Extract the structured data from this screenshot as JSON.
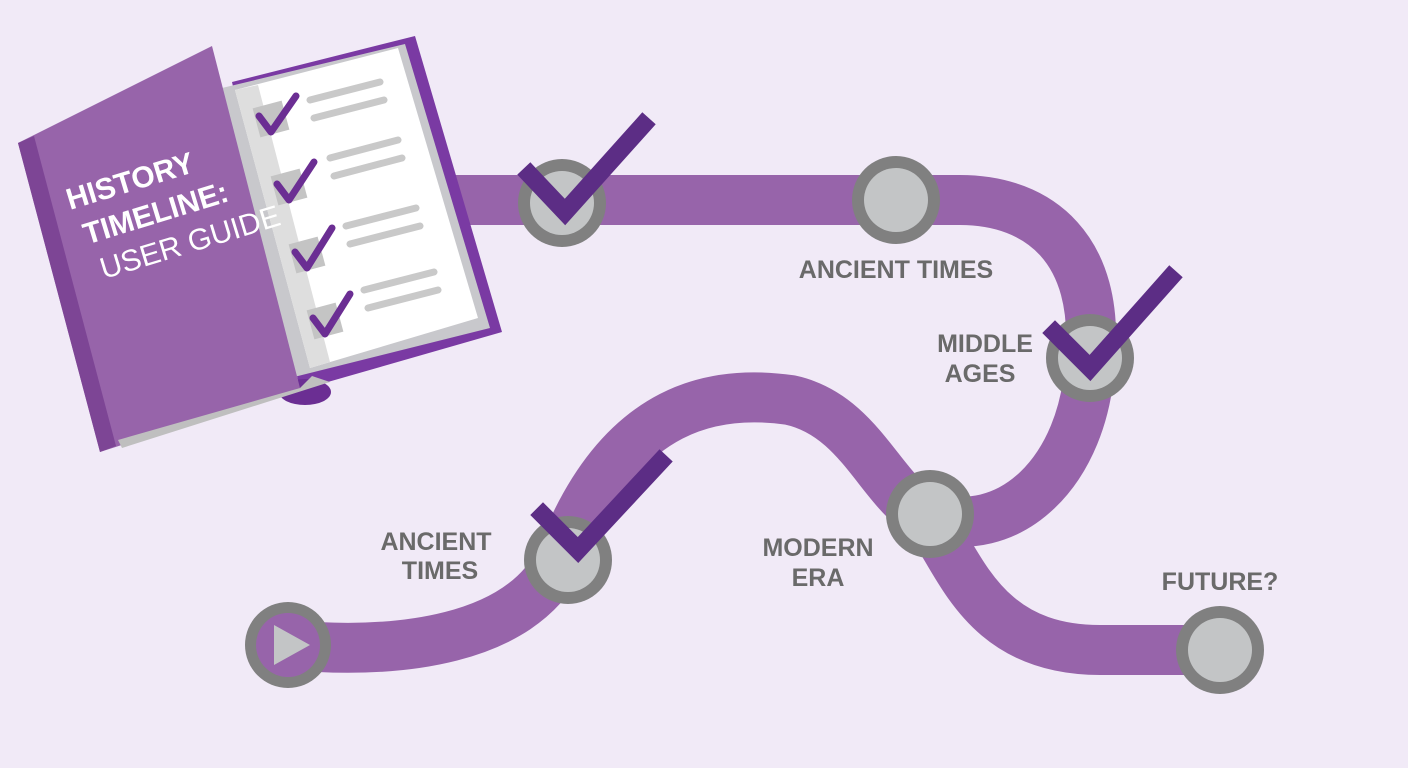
{
  "guide_book": {
    "title_line1": "HISTORY",
    "title_line2": "TIMELINE:",
    "subtitle": "USER GUIDE",
    "checklist_items": 4
  },
  "milestones": [
    {
      "id": "start",
      "label_lines": [],
      "status": "start"
    },
    {
      "id": "m1",
      "label_lines": [
        "ANCIENT",
        "TIMES"
      ],
      "status": "completed"
    },
    {
      "id": "m2",
      "label_lines": [
        "MODERN",
        "ERA"
      ],
      "status": "pending"
    },
    {
      "id": "m3",
      "label_lines": [
        "MIDDLE",
        "AGES"
      ],
      "status": "completed"
    },
    {
      "id": "m4",
      "label_lines": [
        "ANCIENT TIMES"
      ],
      "status": "pending"
    },
    {
      "id": "m5",
      "label_lines": [],
      "status": "completed"
    },
    {
      "id": "m6",
      "label_lines": [
        "FUTURE?"
      ],
      "status": "pending"
    }
  ],
  "colors": {
    "background": "#f1eaf7",
    "path": "#9764aa",
    "accent": "#5c2d85",
    "node_fill": "#c3c5c6",
    "node_ring": "#808080",
    "label": "#6a6a6a"
  }
}
